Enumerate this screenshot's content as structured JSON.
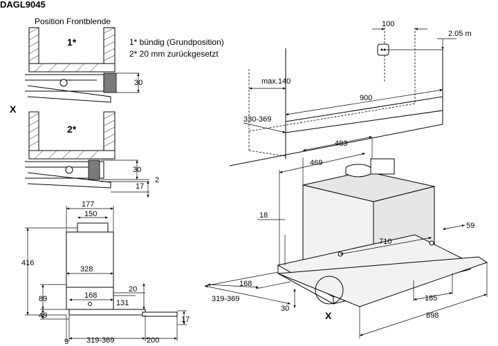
{
  "model": "DAGL9045",
  "front_panel": {
    "heading": "Position Frontblende",
    "label_1": "1*",
    "label_2": "2*",
    "legend_1": "1*  bündig (Grundposition)",
    "legend_2": "2*  20 mm zurückgesetzt",
    "dim_30_a": "30",
    "dim_30_b": "30",
    "dim_2": "2",
    "dim_17": "17",
    "x_marker": "X"
  },
  "side_view": {
    "dim_177": "177",
    "dim_150": "150",
    "dim_416": "416",
    "dim_328": "328",
    "dim_89": "89",
    "dim_168": "168",
    "dim_131": "131",
    "dim_20": "20",
    "dim_49": "49",
    "dim_17": "17",
    "dim_9": "9",
    "dim_319_369": "319-369",
    "dim_200": "200"
  },
  "wall_view": {
    "dim_100": "100",
    "dim_205": "2.05 m",
    "dim_max140": "max.140",
    "dim_900": "900",
    "dim_330_369": "330-369"
  },
  "iso_view": {
    "dim_483": "483",
    "dim_469": "469",
    "dim_18": "18",
    "dim_710": "710",
    "dim_59": "59",
    "dim_168": "168",
    "dim_319_369": "319-369",
    "dim_30": "30",
    "dim_185": "185",
    "dim_898": "898",
    "x_marker": "X"
  }
}
